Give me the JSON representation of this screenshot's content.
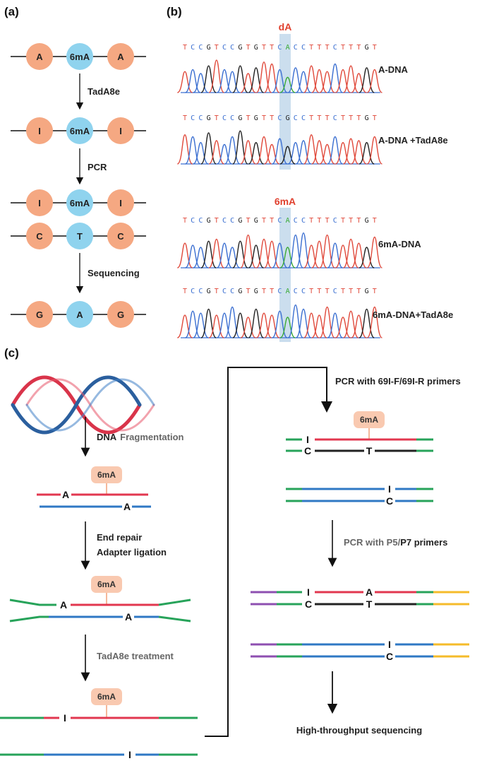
{
  "panels": {
    "a": "(a)",
    "b": "(b)",
    "c": "(c)"
  },
  "panel_a": {
    "rows": [
      [
        "A",
        "6mA",
        "A"
      ],
      [
        "I",
        "6mA",
        "I"
      ],
      [
        "I",
        "6mA",
        "I"
      ],
      [
        "C",
        "T",
        "C"
      ],
      [
        "G",
        "A",
        "G"
      ]
    ],
    "steps": [
      "TadA8e",
      "PCR",
      "Sequencing"
    ],
    "colors": {
      "orange": "#f5a882",
      "blue": "#8fd3ee"
    }
  },
  "panel_b": {
    "mark_top": "dA",
    "mark_bottom": "6mA",
    "sequences": [
      {
        "bases": "TCCGTCCGTGTTCACCTTTCTTTGT",
        "label": "A-DNA"
      },
      {
        "bases": "TCCGTCCGTGTTCGCCTTTCTTTGT",
        "label": "A-DNA +TadA8e"
      },
      {
        "bases": "TCCGTCCGTGTTCACCTTTCTTTGT",
        "label": "6mA-DNA"
      },
      {
        "bases": "TCCGTCCGTGTTCACCTTTCTTTGT",
        "label": "6mA-DNA+TadA8e"
      }
    ],
    "base_colors": {
      "A": "#3aaa35",
      "C": "#3b6fd1",
      "G": "#222222",
      "T": "#e04a3c"
    }
  },
  "panel_c": {
    "tag": "6mA",
    "steps": {
      "fragmentation_word1": "DNA",
      "fragmentation_word2": "Fragmentation",
      "end_repair": "End repair",
      "adapter_ligation": "Adapter ligation",
      "tada_treatment": "TadA8e treatment",
      "pcr1": "PCR with 69I-F/69I-R primers",
      "pcr2_word1": "PCR with P5/",
      "pcr2_word2": "P7 primers",
      "final": "High-throughput sequencing"
    },
    "letters": {
      "A": "A",
      "I": "I",
      "C": "C",
      "T": "T"
    },
    "colors": {
      "red": "#e2374f",
      "blue": "#2f78c4",
      "green": "#27a35a",
      "purple": "#8e4fb0",
      "yellow": "#f5bb2a",
      "black": "#222222",
      "tag": "#f9c9b0"
    }
  }
}
